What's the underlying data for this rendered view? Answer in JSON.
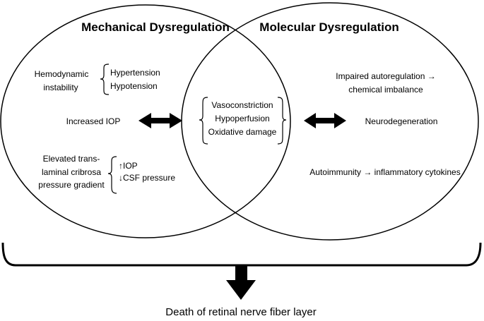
{
  "mechanical": {
    "title": "Mechanical Dysregulation",
    "hemodynamic": {
      "label_lines": [
        "Hemodynamic",
        "instability"
      ],
      "items": [
        "Hypertension",
        "Hypotension"
      ]
    },
    "iop": "Increased IOP",
    "gradient": {
      "label_lines": [
        "Elevated trans-",
        "laminal cribrosa",
        "pressure gradient"
      ],
      "items": [
        "↑IOP",
        "↓CSF pressure"
      ]
    }
  },
  "molecular": {
    "title": "Molecular Dysregulation",
    "autoregulation_lines": [
      "Impaired autoregulation →",
      "chemical imbalance"
    ],
    "neuro": "Neurodegeneration",
    "autoimmunity": "Autoimmunity → inflammatory cytokines"
  },
  "overlap": {
    "items": [
      "Vasoconstriction",
      "Hypoperfusion",
      "Oxidative damage"
    ]
  },
  "outcome": "Death of retinal nerve fiber layer",
  "colors": {
    "stroke": "#000000",
    "background": "#ffffff"
  }
}
